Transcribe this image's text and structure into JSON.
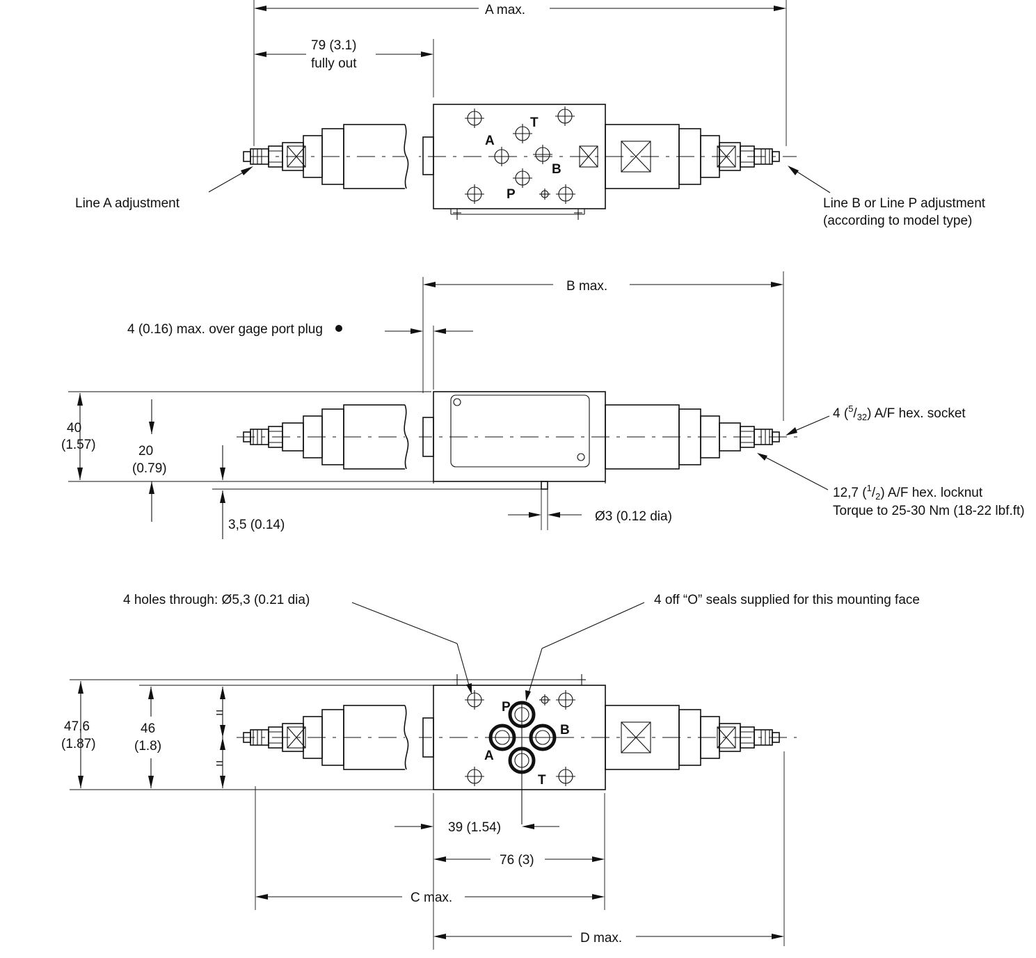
{
  "top_view": {
    "a_max": "A max.",
    "stroke_79": "79 (3.1)",
    "stroke_79_note": "fully out",
    "line_a": "Line A adjustment",
    "line_bp_1": "Line B or Line P adjustment",
    "line_bp_2": "(according to model type)",
    "ports": {
      "a": "A",
      "t": "T",
      "b": "B",
      "p": "P"
    }
  },
  "side_view": {
    "b_max": "B max.",
    "gage_plug": "4 (0.16) max. over gage port plug",
    "h40": "40",
    "h40_in": "(1.57)",
    "h20": "20",
    "h20_in": "(0.79)",
    "h35": "3,5 (0.14)",
    "dia3": "Ø3 (0.12 dia)",
    "hex_socket_pre": "4 (",
    "hex_socket_num": "5",
    "hex_socket_den": "32",
    "hex_socket_post": ") A/F hex. socket",
    "locknut_pre": "12,7 (",
    "locknut_num": "1",
    "locknut_den": "2",
    "locknut_post": ") A/F hex. locknut",
    "torque": "Torque to 25-30 Nm (18-22 lbf.ft)"
  },
  "bottom_view": {
    "holes": "4 holes through:  Ø5,3 (0.21 dia)",
    "seals": "4 off  “O” seals supplied for this mounting face",
    "h476": "47,6",
    "h476_in": "(1.87)",
    "h46": "46",
    "h46_in": "(1.8)",
    "equal_mark": "=",
    "w39": "39 (1.54)",
    "w76": "76 (3)",
    "c_max": "C max.",
    "d_max": "D max.",
    "ports": {
      "p": "P",
      "b": "B",
      "a": "A",
      "t": "T"
    }
  }
}
